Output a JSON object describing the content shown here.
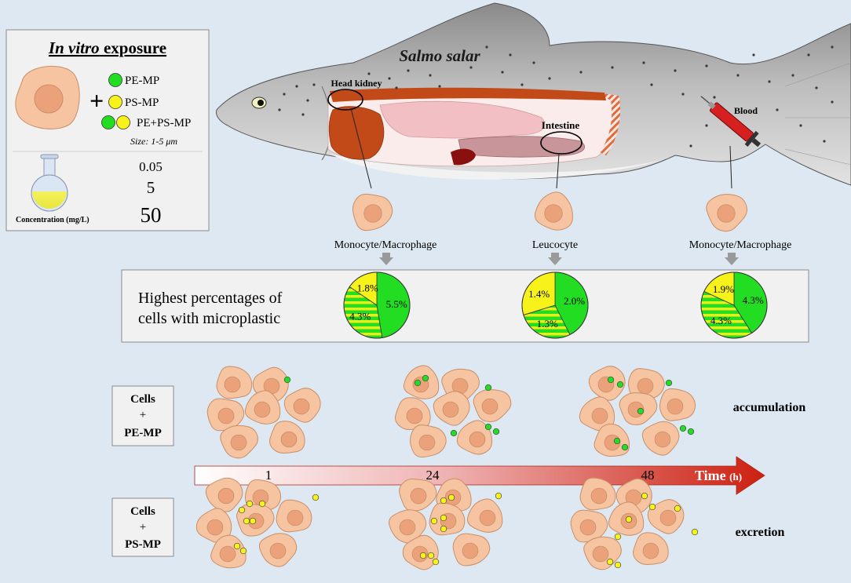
{
  "colors": {
    "background": "#dde8f3",
    "cell_fill": "#f6c4a0",
    "cell_stroke": "#c88f68",
    "nucleus_fill": "#eba27a",
    "pe_green": "#22dd22",
    "ps_yellow": "#f7f219",
    "arrow_red": "#d42a1a",
    "fish_body": "#b5b5b5",
    "organ_brown": "#c04a1a",
    "organ_pink": "#f2c0c4"
  },
  "exposure_box": {
    "title_italic": "In vitro",
    "title_rest": " exposure",
    "plus": "+",
    "legend": [
      {
        "label": "PE-MP",
        "colors": [
          "#22dd22"
        ]
      },
      {
        "label": "PS-MP",
        "colors": [
          "#f7f219"
        ]
      },
      {
        "label": "PE+PS-MP",
        "colors": [
          "#22dd22",
          "#f7f219"
        ]
      }
    ],
    "size_text": "Size: 1-5 μm",
    "concentrations": [
      "0.05",
      "5",
      "50"
    ],
    "concentration_label": "Concentration (mg/L)",
    "flask_icon": "flask-icon"
  },
  "fish": {
    "species": "Salmo salar",
    "organs": {
      "head_kidney": "Head kidney",
      "intestine": "Intestine",
      "blood": "Blood"
    },
    "syringe_icon": "syringe-icon"
  },
  "cell_types": [
    "Monocyte/Macrophage",
    "Leucocyte",
    "Monocyte/Macrophage"
  ],
  "percentages_box": {
    "label_line1": "Highest percentages of",
    "label_line2": "cells with microplastic"
  },
  "chart_data": [
    {
      "type": "pie",
      "title": "",
      "slices": [
        {
          "label": "5.5%",
          "value": 5.5,
          "series": "PE-MP"
        },
        {
          "label": "4.3%",
          "value": 4.3,
          "series": "PE+PS-MP"
        },
        {
          "label": "1.8%",
          "value": 1.8,
          "series": "PS-MP"
        }
      ]
    },
    {
      "type": "pie",
      "title": "",
      "slices": [
        {
          "label": "2.0%",
          "value": 2.0,
          "series": "PE-MP"
        },
        {
          "label": "1.3%",
          "value": 1.3,
          "series": "PE+PS-MP"
        },
        {
          "label": "1.4%",
          "value": 1.4,
          "series": "PS-MP"
        }
      ]
    },
    {
      "type": "pie",
      "title": "",
      "slices": [
        {
          "label": "4.3%",
          "value": 4.3,
          "series": "PE-MP"
        },
        {
          "label": "4.3%",
          "value": 4.3,
          "series": "PE+PS-MP"
        },
        {
          "label": "1.9%",
          "value": 1.9,
          "series": "PS-MP"
        }
      ]
    }
  ],
  "time_axis": {
    "ticks": [
      "1",
      "24",
      "48"
    ],
    "label": "Time",
    "unit": "(h)"
  },
  "rows": [
    {
      "label_line1": "Cells",
      "label_line2": "+",
      "label_line3": "PE-MP",
      "outcome": "accumulation"
    },
    {
      "label_line1": "Cells",
      "label_line2": "+",
      "label_line3": "PS-MP",
      "outcome": "excretion"
    }
  ]
}
